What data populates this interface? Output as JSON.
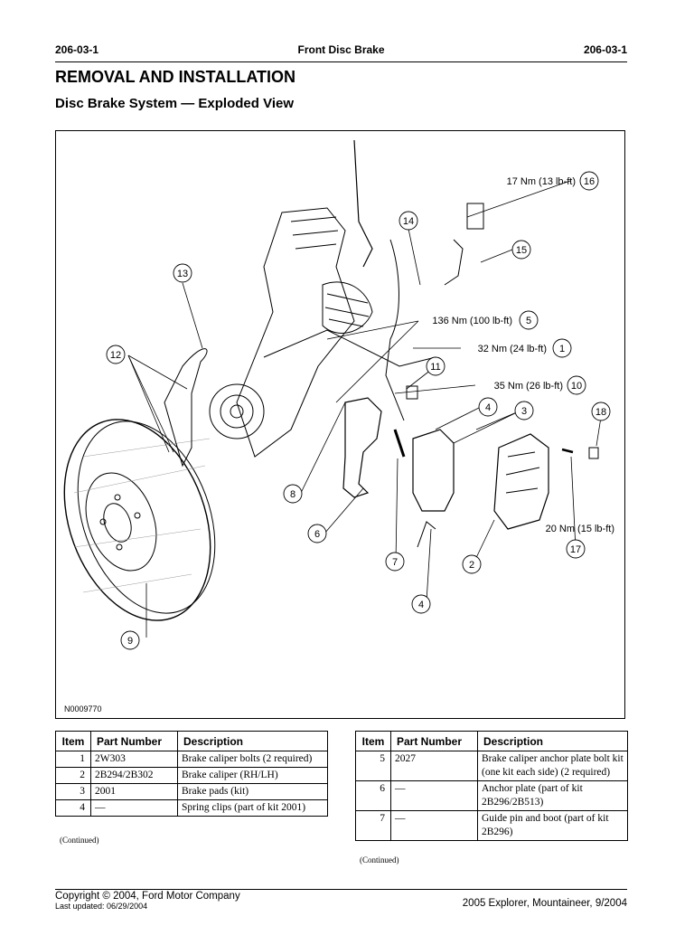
{
  "header": {
    "left_code": "206-03-1",
    "center_title": "Front Disc Brake",
    "right_code": "206-03-1"
  },
  "section_title": "REMOVAL AND INSTALLATION",
  "subsection_title": "Disc Brake System — Exploded View",
  "figure": {
    "id": "N0009770",
    "torque_labels": {
      "t16": "17 Nm (13 lb-ft)",
      "t5": "136 Nm (100 lb-ft)",
      "t1": "32 Nm (24 lb-ft)",
      "t10": "35 Nm (26 lb-ft)",
      "t17": "20 Nm (15 lb-ft)"
    },
    "callouts": {
      "c1": "1",
      "c2": "2",
      "c3": "3",
      "c4a": "4",
      "c4b": "4",
      "c5": "5",
      "c6": "6",
      "c7": "7",
      "c8": "8",
      "c9": "9",
      "c10": "10",
      "c11": "11",
      "c12": "12",
      "c13": "13",
      "c14": "14",
      "c15": "15",
      "c16": "16",
      "c17": "17",
      "c18": "18"
    }
  },
  "table_headers": {
    "item": "Item",
    "part_number": "Part Number",
    "description": "Description"
  },
  "table_left": {
    "rows": [
      {
        "item": "1",
        "part": "2W303",
        "desc": "Brake caliper bolts (2 required)"
      },
      {
        "item": "2",
        "part": "2B294/2B302",
        "desc": "Brake caliper (RH/LH)"
      },
      {
        "item": "3",
        "part": "2001",
        "desc": "Brake pads (kit)"
      },
      {
        "item": "4",
        "part": "—",
        "desc": "Spring clips (part of kit 2001)"
      }
    ],
    "continued": "(Continued)"
  },
  "table_right": {
    "rows": [
      {
        "item": "5",
        "part": "2027",
        "desc": "Brake caliper anchor plate bolt kit (one kit each side) (2 required)"
      },
      {
        "item": "6",
        "part": "—",
        "desc": "Anchor plate (part of kit 2B296/2B513)"
      },
      {
        "item": "7",
        "part": "—",
        "desc": "Guide pin and boot (part of kit 2B296)"
      }
    ],
    "continued": "(Continued)"
  },
  "footer": {
    "copyright": "Copyright © 2004, Ford Motor Company",
    "updated": "Last updated: 06/29/2004",
    "model": "2005 Explorer, Mountaineer, 9/2004"
  }
}
